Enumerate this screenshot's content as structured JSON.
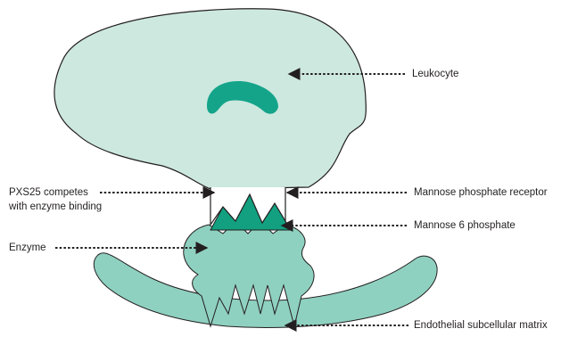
{
  "labels": {
    "leukocyte": "Leukocyte",
    "pxs25_line1": "PXS25 competes",
    "pxs25_line2": "with enzyme binding",
    "enzyme": "Enzyme",
    "receptor": "Mannose phosphate receptor",
    "m6p": "Mannose 6 phosphate",
    "matrix": "Endothelial subcellular matrix"
  },
  "colors": {
    "leukocyte_fill": "#cde8df",
    "nucleus": "#14a48a",
    "enzyme_fill": "#8fd1c0",
    "matrix_fill": "#8fd1c0",
    "m6p_fill": "#12a080",
    "outline": "#231f20"
  }
}
